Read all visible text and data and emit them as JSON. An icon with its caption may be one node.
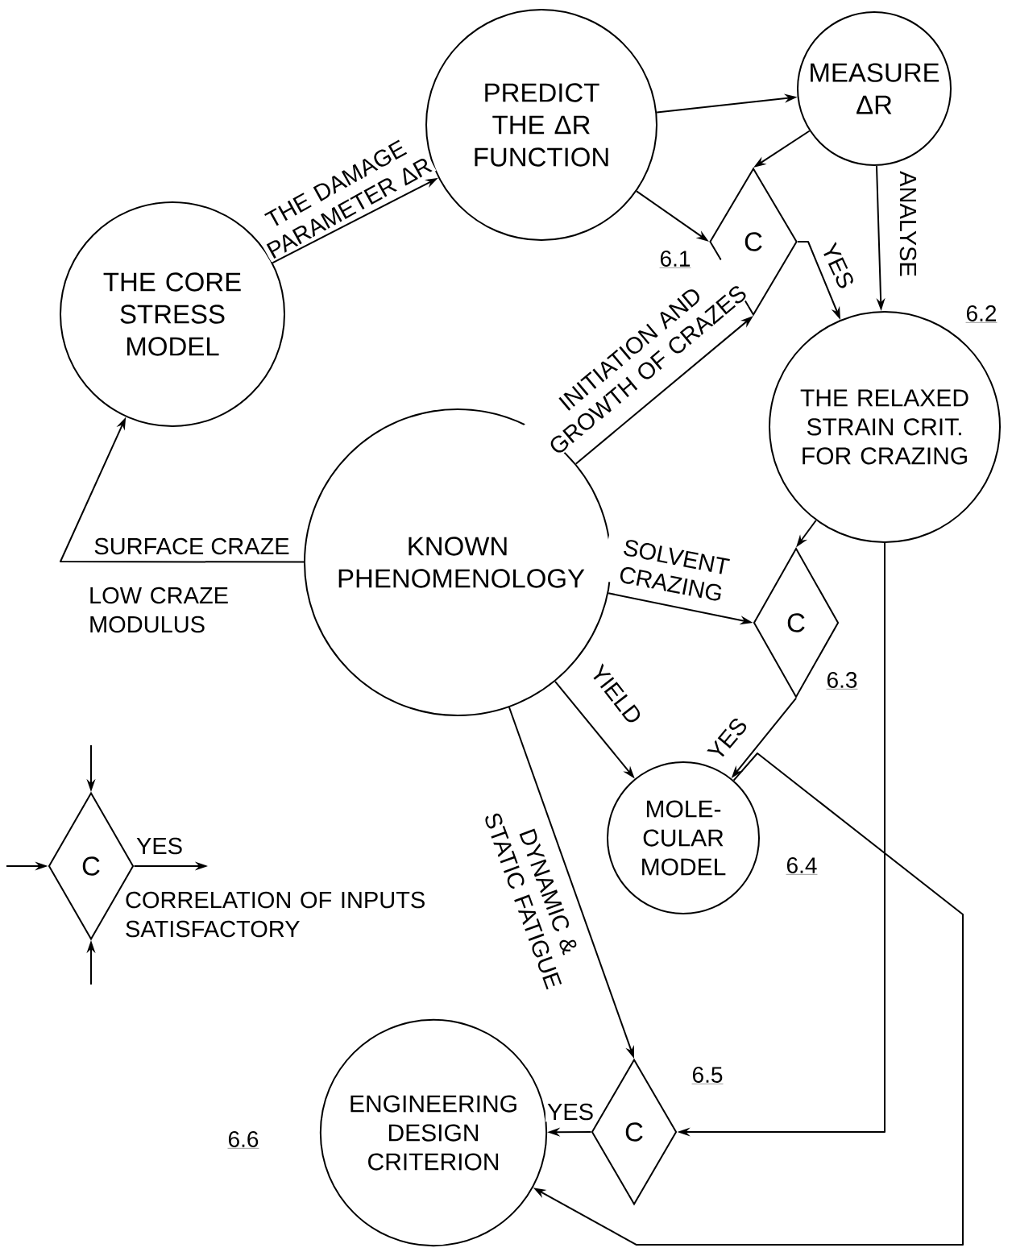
{
  "diagram": {
    "nodes": [
      {
        "text": [
          "PREDICT THE ΔR FUNCTION"
        ]
      },
      {
        "text": [
          "MEASURE ΔR"
        ]
      },
      {
        "text": [
          "C"
        ],
        "beside": [
          "6.1"
        ]
      },
      {
        "text": [
          "THE CORE STRESS MODEL"
        ]
      },
      {
        "text": [
          "THE RELAXED STRAIN CRIT. FOR CRAZING"
        ],
        "beside": [
          "6.2"
        ]
      },
      {
        "text": [
          "KNOWN PHENOMENOLOGY"
        ]
      },
      {
        "text": [
          "C"
        ],
        "beside": [
          "6.3"
        ]
      },
      {
        "text": [
          "MOLE- CULAR MODEL"
        ],
        "beside": [
          "6.4"
        ]
      },
      {
        "text": [
          "C"
        ],
        "beside": [
          "CORRELATION OF INPUTS SATISFACTORY"
        ]
      },
      {
        "text": [
          "C"
        ],
        "beside": [
          "6.5"
        ]
      },
      {
        "text": [
          "ENGINEERING DESIGN CRITERION"
        ],
        "beside": [
          "6.6"
        ]
      }
    ],
    "edges": [
      {
        "from": 3,
        "to": 0,
        "arrow": "to",
        "label": "THE DAMAGE PARAMETER ΔR"
      },
      {
        "from": 0,
        "to": 1,
        "arrow": "to"
      },
      {
        "from": 0,
        "to": 2,
        "arrow": "to"
      },
      {
        "from": 1,
        "to": 2,
        "arrow": "to"
      },
      {
        "from": 2,
        "to": 4,
        "arrow": "to",
        "label": "YES"
      },
      {
        "from": 1,
        "to": 4,
        "arrow": "to",
        "label": "ANALYSE"
      },
      {
        "from": 5,
        "to": 2,
        "arrow": "to",
        "label": "INITIATION AND GROWTH OF CRAZES"
      },
      {
        "from": 5,
        "to": 3,
        "arrow": "to",
        "label": "SURFACE CRAZE"
      },
      {
        "from": 5,
        "to": 6,
        "arrow": "to",
        "label": "SOLVENT CRAZING"
      },
      {
        "from": 4,
        "to": 6,
        "arrow": "to"
      },
      {
        "from": 6,
        "to": 7,
        "arrow": "to",
        "label": "YES"
      },
      {
        "from": 5,
        "to": 7,
        "arrow": "to",
        "label": "YIELD"
      },
      {
        "from": 5,
        "to": 9,
        "arrow": "to",
        "label": "DYNAMIC & STATIC FATIGUE"
      },
      {
        "from": 9,
        "to": 10,
        "arrow": "to",
        "label": "YES"
      },
      {
        "from": 4,
        "to": 9,
        "arrow": "to"
      },
      {
        "from": 7,
        "to": 10,
        "arrow": "to"
      },
      {
        "from": null,
        "to": 8,
        "arrow": "to"
      },
      {
        "from": null,
        "to": 8,
        "arrow": "to"
      },
      {
        "from": null,
        "to": 8,
        "arrow": "to"
      },
      {
        "from": 8,
        "to": null,
        "arrow": "to",
        "label": "YES"
      }
    ],
    "labels": [
      "LOW CRAZE MODULUS"
    ]
  }
}
